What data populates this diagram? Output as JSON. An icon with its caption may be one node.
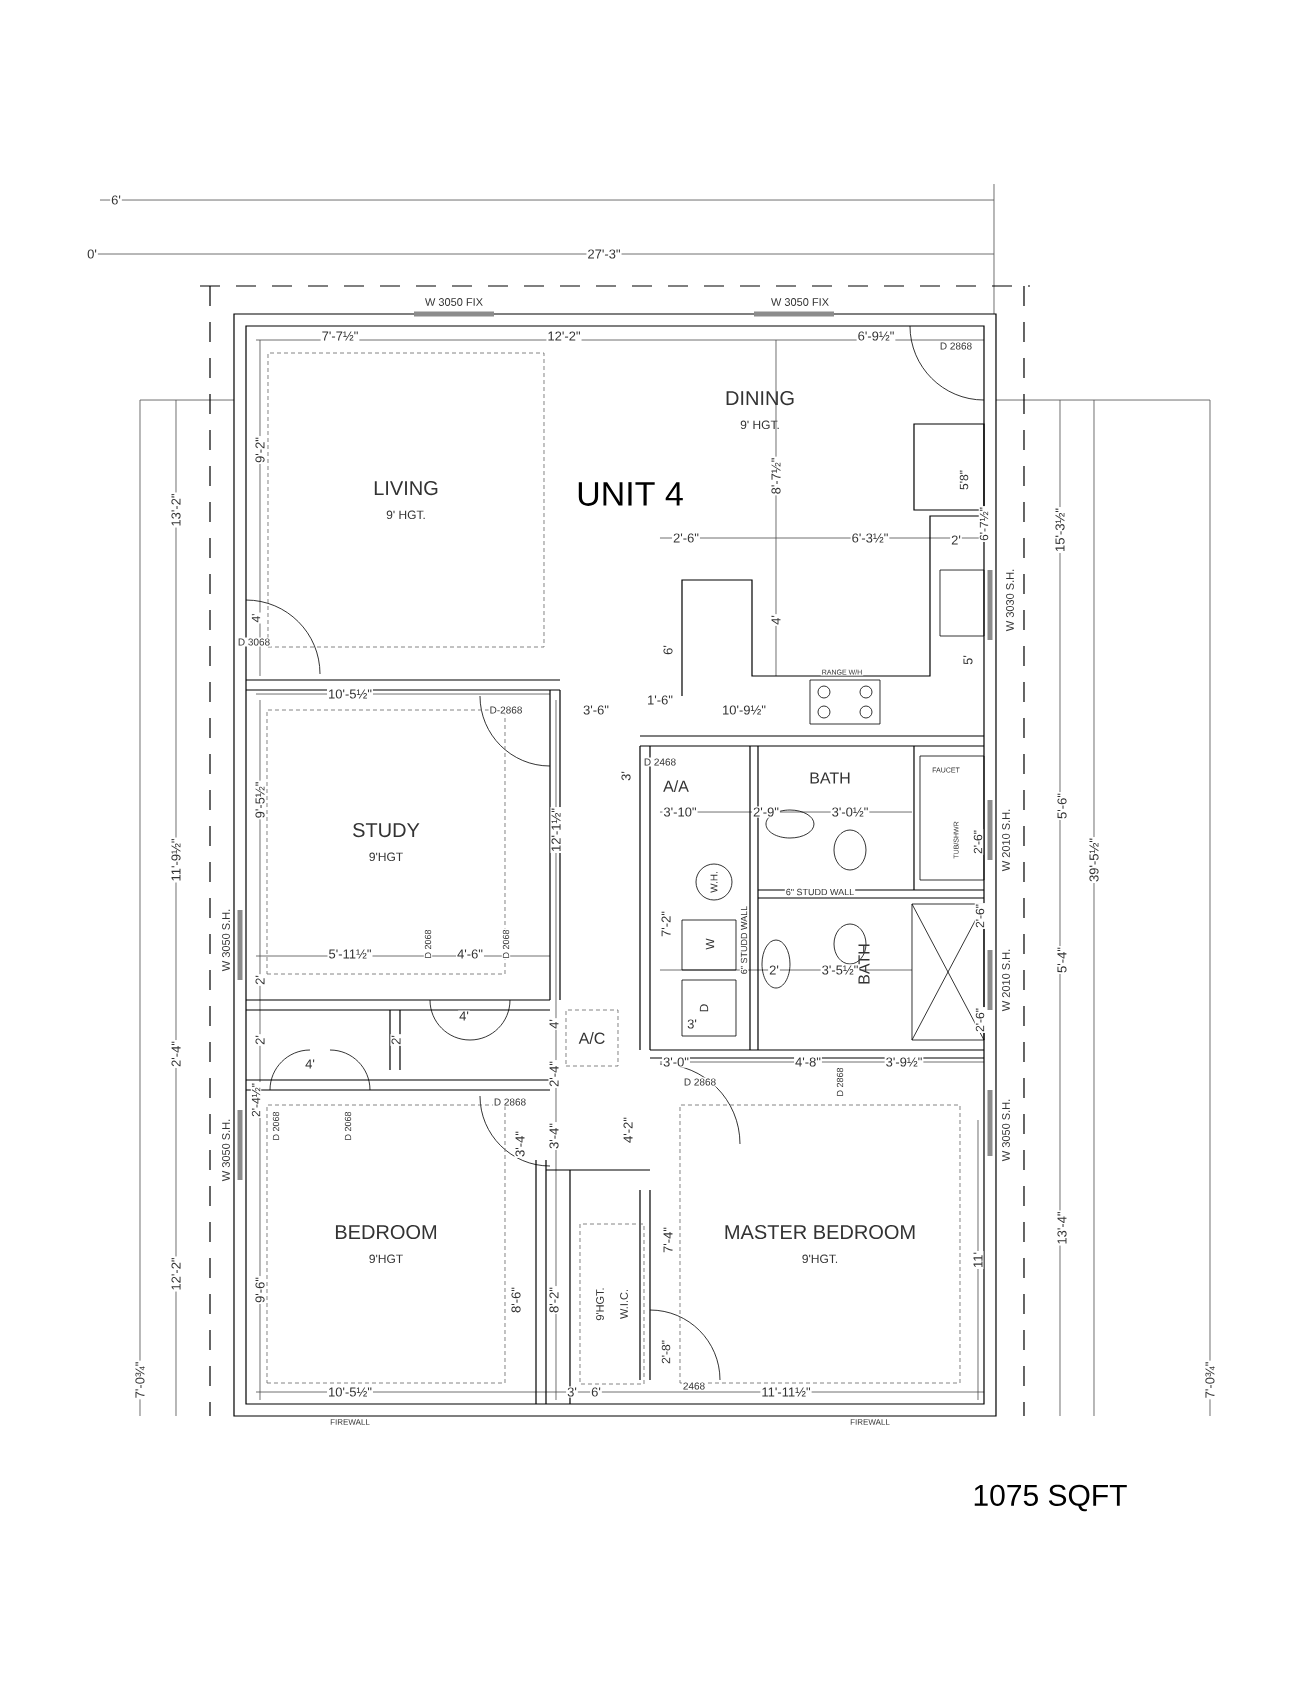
{
  "diagram": {
    "title": "UNIT 4",
    "caption": "1075 SQFT",
    "nodes": [
      {
        "text": [
          "LIVING",
          "9' HGT."
        ]
      },
      {
        "text": [
          "DINING",
          "9' HGT."
        ]
      },
      {
        "text": [
          "STUDY",
          "9'HGT"
        ]
      },
      {
        "text": [
          "BEDROOM",
          "9'HGT"
        ]
      },
      {
        "text": [
          "MASTER BEDROOM",
          "9'HGT."
        ]
      },
      {
        "text": [
          "9'HGT.",
          "W.I.C."
        ]
      },
      {
        "text": [
          "BATH"
        ]
      },
      {
        "text": [
          "BATH"
        ]
      },
      {
        "text": [
          "A/C"
        ]
      },
      {
        "text": [
          "A/A"
        ]
      }
    ],
    "labels": [
      "6'",
      "0'",
      "27'-3\"",
      "W 3050 FIX",
      "W 3050 FIX",
      "7'-7½\"",
      "12'-2\"",
      "6'-9½\"",
      "D 2868",
      "9'-2\"",
      "13'-2\"",
      "8'-7½\"",
      "5'8\"",
      "6'-7½\"",
      "15'-3½\"",
      "2'-6\"",
      "6'-3½\"",
      "2'",
      "W 3030 S.H.",
      "6'",
      "4'",
      "5'",
      "4'",
      "D 3068",
      "RANGE W/H",
      "10'-5½\"",
      "D-2868",
      "3'-6\"",
      "1'-6\"",
      "10'-9½\"",
      "3'",
      "D 2468",
      "FAUCET",
      "11'-9½\"",
      "9'-5½\"",
      "12'-1½\"",
      "3'-10\"",
      "2'-9\"",
      "3'-0½\"",
      "TUB/SHWR",
      "2'-6\"",
      "W 2010 S.H.",
      "5'-6\"",
      "39'-5½\"",
      "W.H.",
      "6\" STUDD WALL",
      "6\" STUDD WALL",
      "7'-2\"",
      "W",
      "D",
      "2'",
      "3'-5½\"",
      "2'-6\"",
      "2'-6\"",
      "W 2010 S.H.",
      "5'-4\"",
      "3'",
      "5'-11½\"",
      "4'-6\"",
      "D 2068",
      "D 2068",
      "2'",
      "4'",
      "W 3050 S.H.",
      "2'-4\"",
      "2'",
      "4'",
      "2'",
      "4'",
      "2'-4\"",
      "3'-0\"",
      "4'-8\"",
      "3'-9½\"",
      "W 3050 S.H.",
      "2'-4½\"",
      "D 2068",
      "D 2068",
      "D 2868",
      "3'-4\"",
      "3'-4\"",
      "4'-2\"",
      "D 2868",
      "D 2868",
      "W 3050 S.H.",
      "12'-2\"",
      "9'-6\"",
      "8'-6\"",
      "8'-2\"",
      "7'-4\"",
      "11'",
      "13'-4\"",
      "7'-0¾\"",
      "7'-0¾\"",
      "10'-5½\"",
      "3'",
      "6'",
      "2'-8\"",
      "2468",
      "11'-11½\"",
      "FIREWALL",
      "FIREWALL"
    ]
  }
}
